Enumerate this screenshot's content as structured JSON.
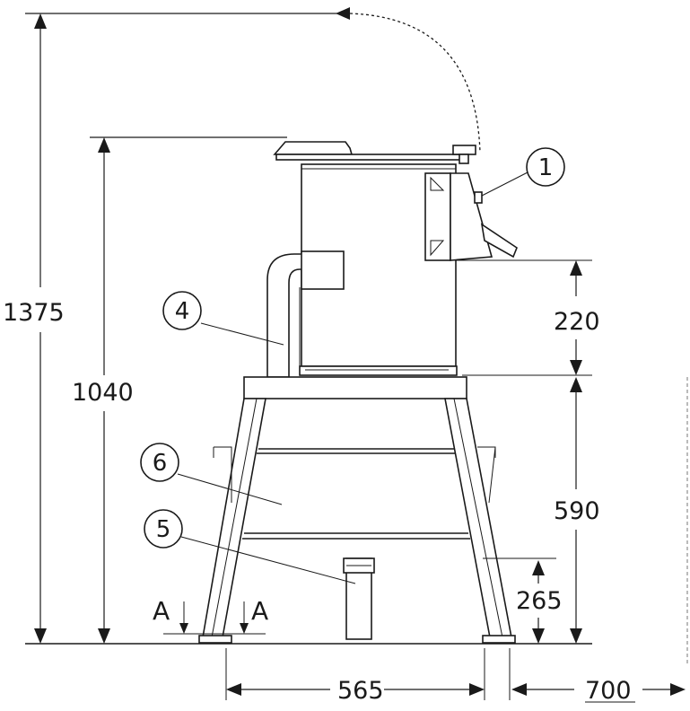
{
  "dimensions": {
    "overall_height_lid_open": "1375",
    "overall_height": "1040",
    "chute_height": "220",
    "stand_height": "590",
    "outlet_height": "265",
    "foot_spacing": "565",
    "depth": "700"
  },
  "callouts": [
    "1",
    "4",
    "6",
    "5"
  ],
  "section_marks": [
    "A",
    "A"
  ]
}
